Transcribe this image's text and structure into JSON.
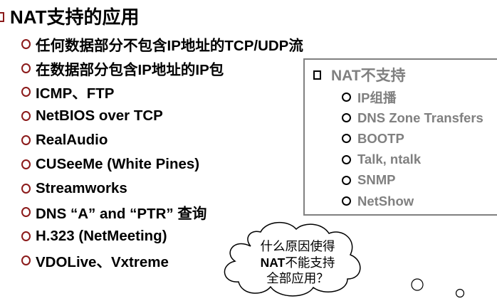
{
  "title": "NAT支持的应用",
  "supported": [
    "任何数据部分不包含IP地址的TCP/UDP流",
    "在数据部分包含IP地址的IP包",
    "ICMP、FTP",
    "NetBIOS over TCP",
    "RealAudio",
    "CUSeeMe (White Pines)",
    "Streamworks",
    "DNS “A” and “PTR” 查询",
    "H.323 (NetMeeting)",
    "VDOLive、Vxtreme"
  ],
  "unsupported_box": {
    "title": "NAT不支持",
    "items": [
      "IP组播",
      "DNS Zone Transfers",
      "BOOTP",
      "Talk, ntalk",
      "SNMP",
      "NetShow"
    ]
  },
  "thought_bubble": {
    "line1": "什么原因使得",
    "line2_bold": "NAT",
    "line2_rest": "不能支持",
    "line3": "全部应用？"
  },
  "colors": {
    "bullet_main": "#8b1a1a",
    "box_text": "#808080",
    "box_border": "#808080"
  }
}
